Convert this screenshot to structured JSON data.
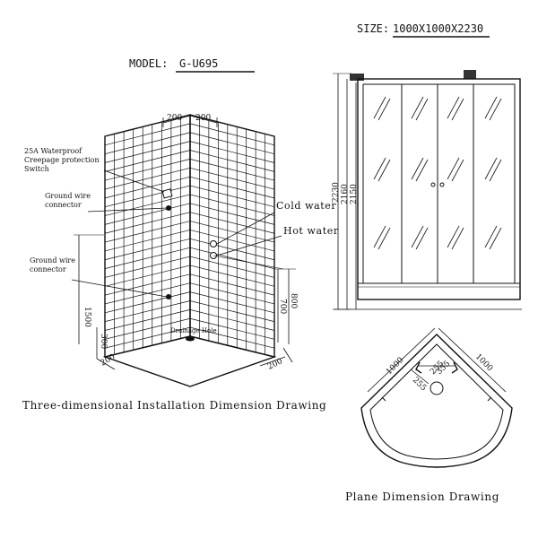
{
  "header": {
    "size_label": "SIZE:",
    "size_value": "1000X1000X2230",
    "model_label": "MODEL:",
    "model_value": "G-U695"
  },
  "three_d": {
    "callouts": {
      "switch": [
        "25A Waterproof",
        "Creepage protection",
        "Switch"
      ],
      "ground_upper": [
        "Ground wire",
        "connector"
      ],
      "ground_lower": [
        "Ground wire",
        "connector"
      ],
      "cold_water": "Cold water",
      "hot_water": "Hot water",
      "drainage": "Drainage Hole"
    },
    "dims": {
      "top_left": "200",
      "top_right": "200",
      "height_left": "1500",
      "height_inner": "700",
      "height_right": "800",
      "base_side": "300",
      "base_left": "200",
      "base_right": "200"
    },
    "caption": "Three-dimensional Installation Dimension Drawing"
  },
  "front": {
    "dims": {
      "outer": "2230",
      "middle": "2160",
      "inner": "2150"
    }
  },
  "plan": {
    "dims": {
      "left": "1000",
      "right": "1000",
      "a": "255",
      "b": "255",
      "c": "355"
    },
    "caption": "Plane Dimension Drawing"
  }
}
